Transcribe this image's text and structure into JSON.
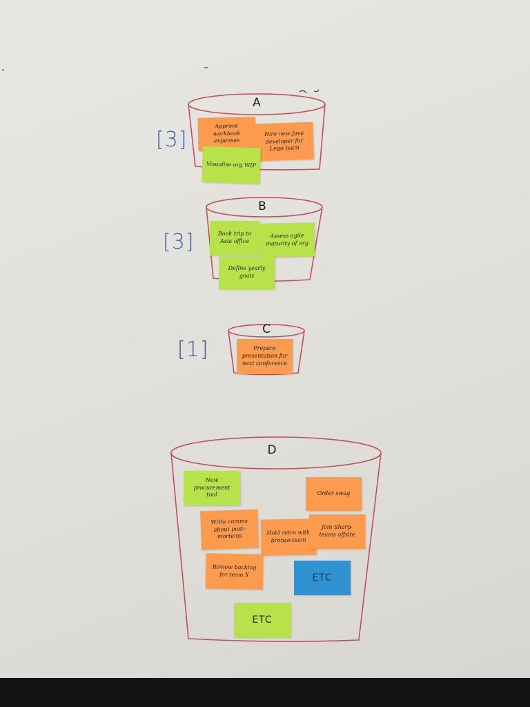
{
  "buckets": [
    {
      "label": "A",
      "count": "[3]",
      "notes": [
        {
          "text": "Approve workbook expenses",
          "color": "orange"
        },
        {
          "text": "Hire new Java developer for Lego team",
          "color": "orange"
        },
        {
          "text": "Visualise org WIP",
          "color": "green"
        }
      ]
    },
    {
      "label": "B",
      "count": "[3]",
      "notes": [
        {
          "text": "Book trip to Asia office",
          "color": "green"
        },
        {
          "text": "Assess agile maturity of org",
          "color": "green"
        },
        {
          "text": "Define yearly goals",
          "color": "green"
        }
      ]
    },
    {
      "label": "C",
      "count": "[1]",
      "notes": [
        {
          "text": "Prepare presentation for next conference",
          "color": "orange"
        }
      ]
    },
    {
      "label": "D",
      "notes": [
        {
          "text": "New procurement tool",
          "color": "green"
        },
        {
          "text": "Order swag",
          "color": "orange"
        },
        {
          "text": "Write comms about post-mortems",
          "color": "orange"
        },
        {
          "text": "Hold retro with bronze-team",
          "color": "orange"
        },
        {
          "text": "Join Sharp-teams offsite",
          "color": "orange"
        },
        {
          "text": "Review backlog for team X",
          "color": "orange"
        },
        {
          "text": "ETC",
          "color": "blue"
        },
        {
          "text": "ETC",
          "color": "green"
        }
      ]
    }
  ],
  "colors": {
    "marker_red": "#c0505a",
    "marker_blue": "#3a5bb0",
    "sticky_orange": "#fc9a4e",
    "sticky_green": "#b8e24a",
    "sticky_blue": "#2f92d3"
  }
}
